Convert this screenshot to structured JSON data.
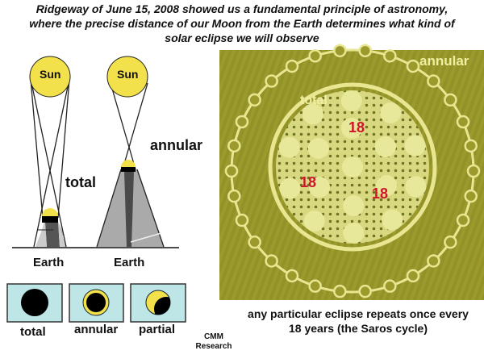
{
  "title": {
    "line1": "Ridgeway of June 15, 2008 showed us a fundamental principle of astronomy,",
    "line2": "where the precise distance of our Moon from the Earth determines what kind of",
    "line3": "solar eclipse we will observe"
  },
  "diagram": {
    "sun_label_1": "Sun",
    "sun_label_2": "Sun",
    "total_label": "total",
    "annular_label": "annular",
    "earth_label_1": "Earth",
    "earth_label_2": "Earth"
  },
  "eclipse_types": [
    {
      "label": "total"
    },
    {
      "label": "annular"
    },
    {
      "label": "partial"
    }
  ],
  "credit": {
    "line1": "CMM",
    "line2": "Research"
  },
  "crop_circle": {
    "annular_label": "annular",
    "total_label": "total",
    "numbers": [
      "18",
      "18",
      "18"
    ]
  },
  "caption": {
    "line1": "any particular eclipse repeats once every",
    "line2": "18 years (the Saros cycle)"
  },
  "colors": {
    "sun": "#f2e14a",
    "box": "#bfe6e6",
    "field": "#9c9a2c",
    "number": "#d0142a"
  }
}
